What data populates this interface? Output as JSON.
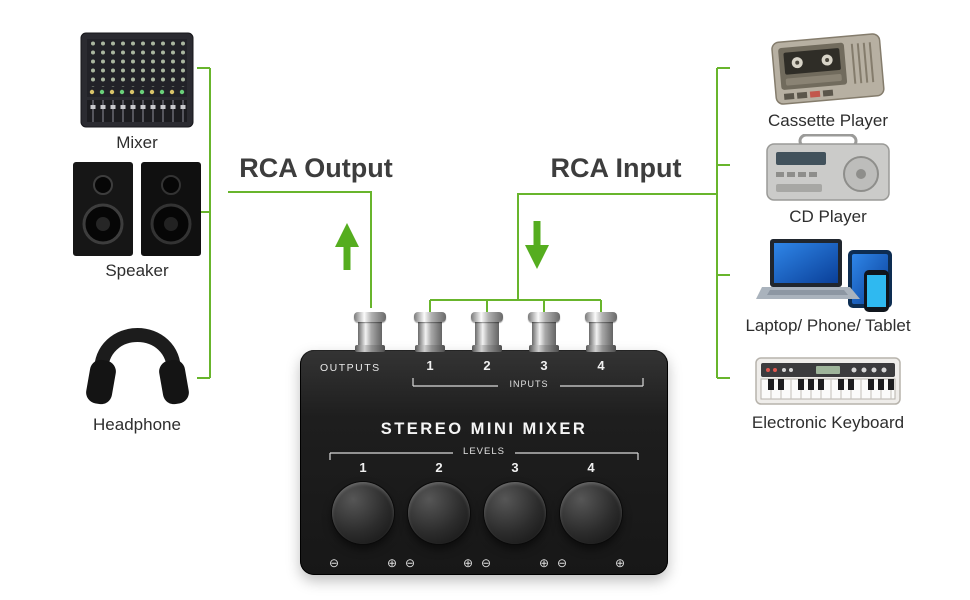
{
  "colors": {
    "accent_green": "#68b52c",
    "arrow_green": "#55ad1f",
    "heading_text": "#3d3d3d",
    "label_text": "#2e2e2e",
    "mixer_body": "#202020"
  },
  "headings": {
    "left": "RCA Output",
    "right": "RCA Input"
  },
  "left_devices": [
    {
      "label": "Mixer"
    },
    {
      "label": "Speaker"
    },
    {
      "label": "Headphone"
    }
  ],
  "right_devices": [
    {
      "label": "Cassette Player"
    },
    {
      "label": "CD Player"
    },
    {
      "label": "Laptop/ Phone/ Tablet"
    },
    {
      "label": "Electronic Keyboard"
    }
  ],
  "mixer": {
    "outputs_label": "OUTPUTS",
    "inputs_label": "INPUTS",
    "title": "STEREO MINI MIXER",
    "levels_label": "LEVELS",
    "input_numbers": [
      "1",
      "2",
      "3",
      "4"
    ],
    "level_numbers": [
      "1",
      "2",
      "3",
      "4"
    ],
    "minus_symbol": "⊖",
    "plus_symbol": "⊕"
  }
}
